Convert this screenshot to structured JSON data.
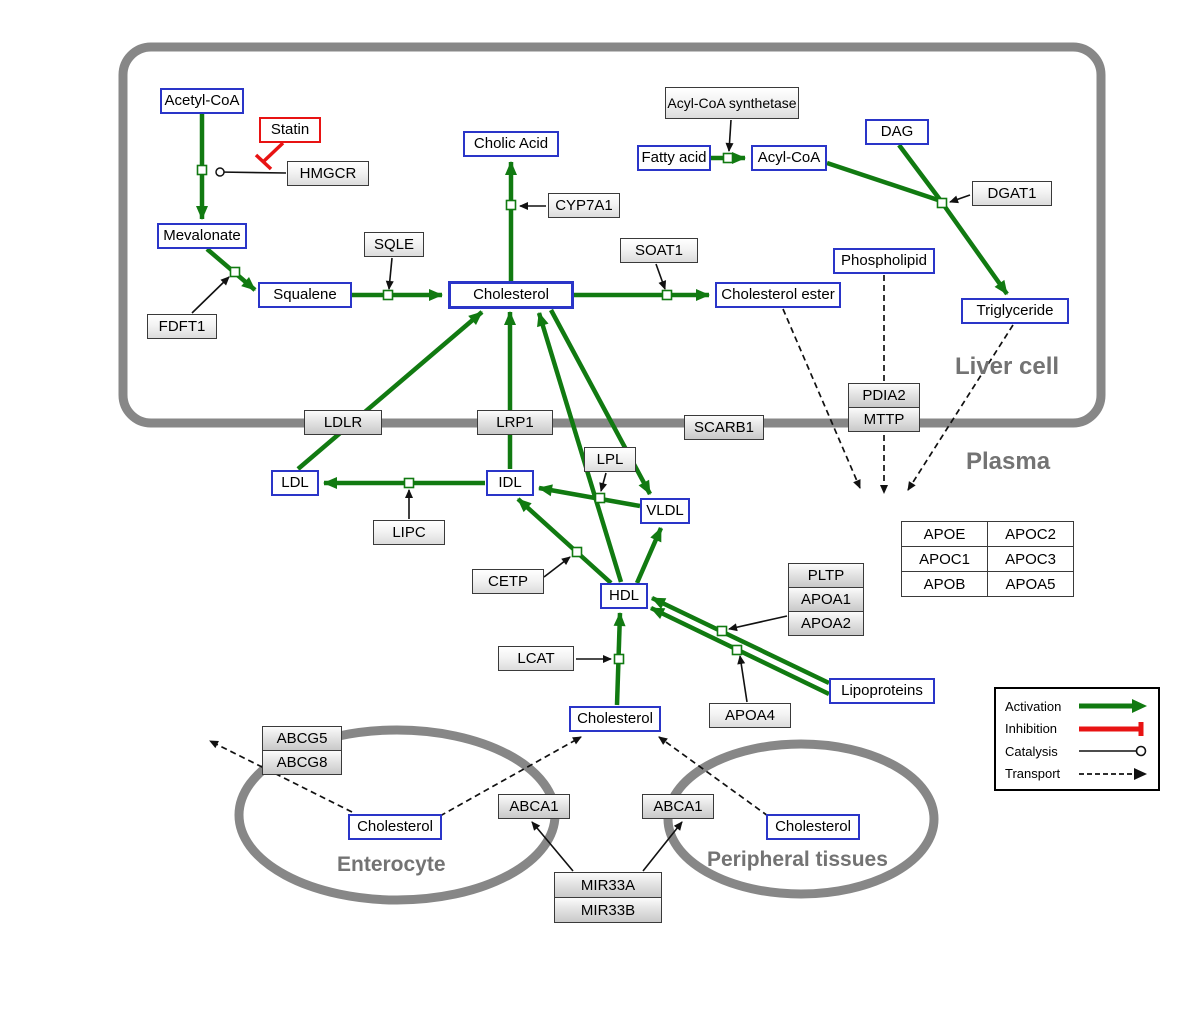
{
  "compartments": {
    "liver_cell": "Liver cell",
    "plasma": "Plasma",
    "enterocyte": "Enterocyte",
    "peripheral_tissues": "Peripheral tissues"
  },
  "metabolites": {
    "acetyl_coa": "Acetyl-CoA",
    "mevalonate": "Mevalonate",
    "squalene": "Squalene",
    "cholesterol_liver": "Cholesterol",
    "cholic_acid": "Cholic Acid",
    "cholesterol_ester": "Cholesterol ester",
    "fatty_acid": "Fatty acid",
    "acyl_coa": "Acyl-CoA",
    "dag": "DAG",
    "phospholipid": "Phospholipid",
    "triglyceride": "Triglyceride",
    "ldl": "LDL",
    "idl": "IDL",
    "vldl": "VLDL",
    "hdl": "HDL",
    "lipoproteins": "Lipoproteins",
    "cholesterol_plasma": "Cholesterol",
    "cholesterol_enterocyte": "Cholesterol",
    "cholesterol_peripheral": "Cholesterol"
  },
  "drugs": {
    "statin": "Statin"
  },
  "proteins": {
    "hmgcr": "HMGCR",
    "fdft1": "FDFT1",
    "sqle": "SQLE",
    "cyp7a1": "CYP7A1",
    "soat1": "SOAT1",
    "acyl_coa_synthetase": "Acyl-CoA synthetase",
    "dgat1": "DGAT1",
    "ldlr": "LDLR",
    "lrp1": "LRP1",
    "scarb1": "SCARB1",
    "pdia2": "PDIA2",
    "mttp": "MTTP",
    "lipc": "LIPC",
    "lpl": "LPL",
    "cetp": "CETP",
    "lcat": "LCAT",
    "pltp": "PLTP",
    "apoa1": "APOA1",
    "apoa2": "APOA2",
    "apoa4": "APOA4",
    "abcg5": "ABCG5",
    "abcg8": "ABCG8",
    "abca1_enterocyte": "ABCA1",
    "abca1_peripheral": "ABCA1",
    "mir33a": "MIR33A",
    "mir33b": "MIR33B",
    "apoe": "APOE",
    "apoc2": "APOC2",
    "apoc1": "APOC1",
    "apoc3": "APOC3",
    "apob": "APOB",
    "apoa5": "APOA5"
  },
  "legend": {
    "activation": "Activation",
    "inhibition": "Inhibition",
    "catalysis": "Catalysis",
    "transport": "Transport"
  },
  "colors": {
    "activation_green": "#117a11",
    "inhibition_red": "#e81313",
    "metabolite_border_blue": "#2a35c8",
    "compartment_gray": "#878787"
  }
}
